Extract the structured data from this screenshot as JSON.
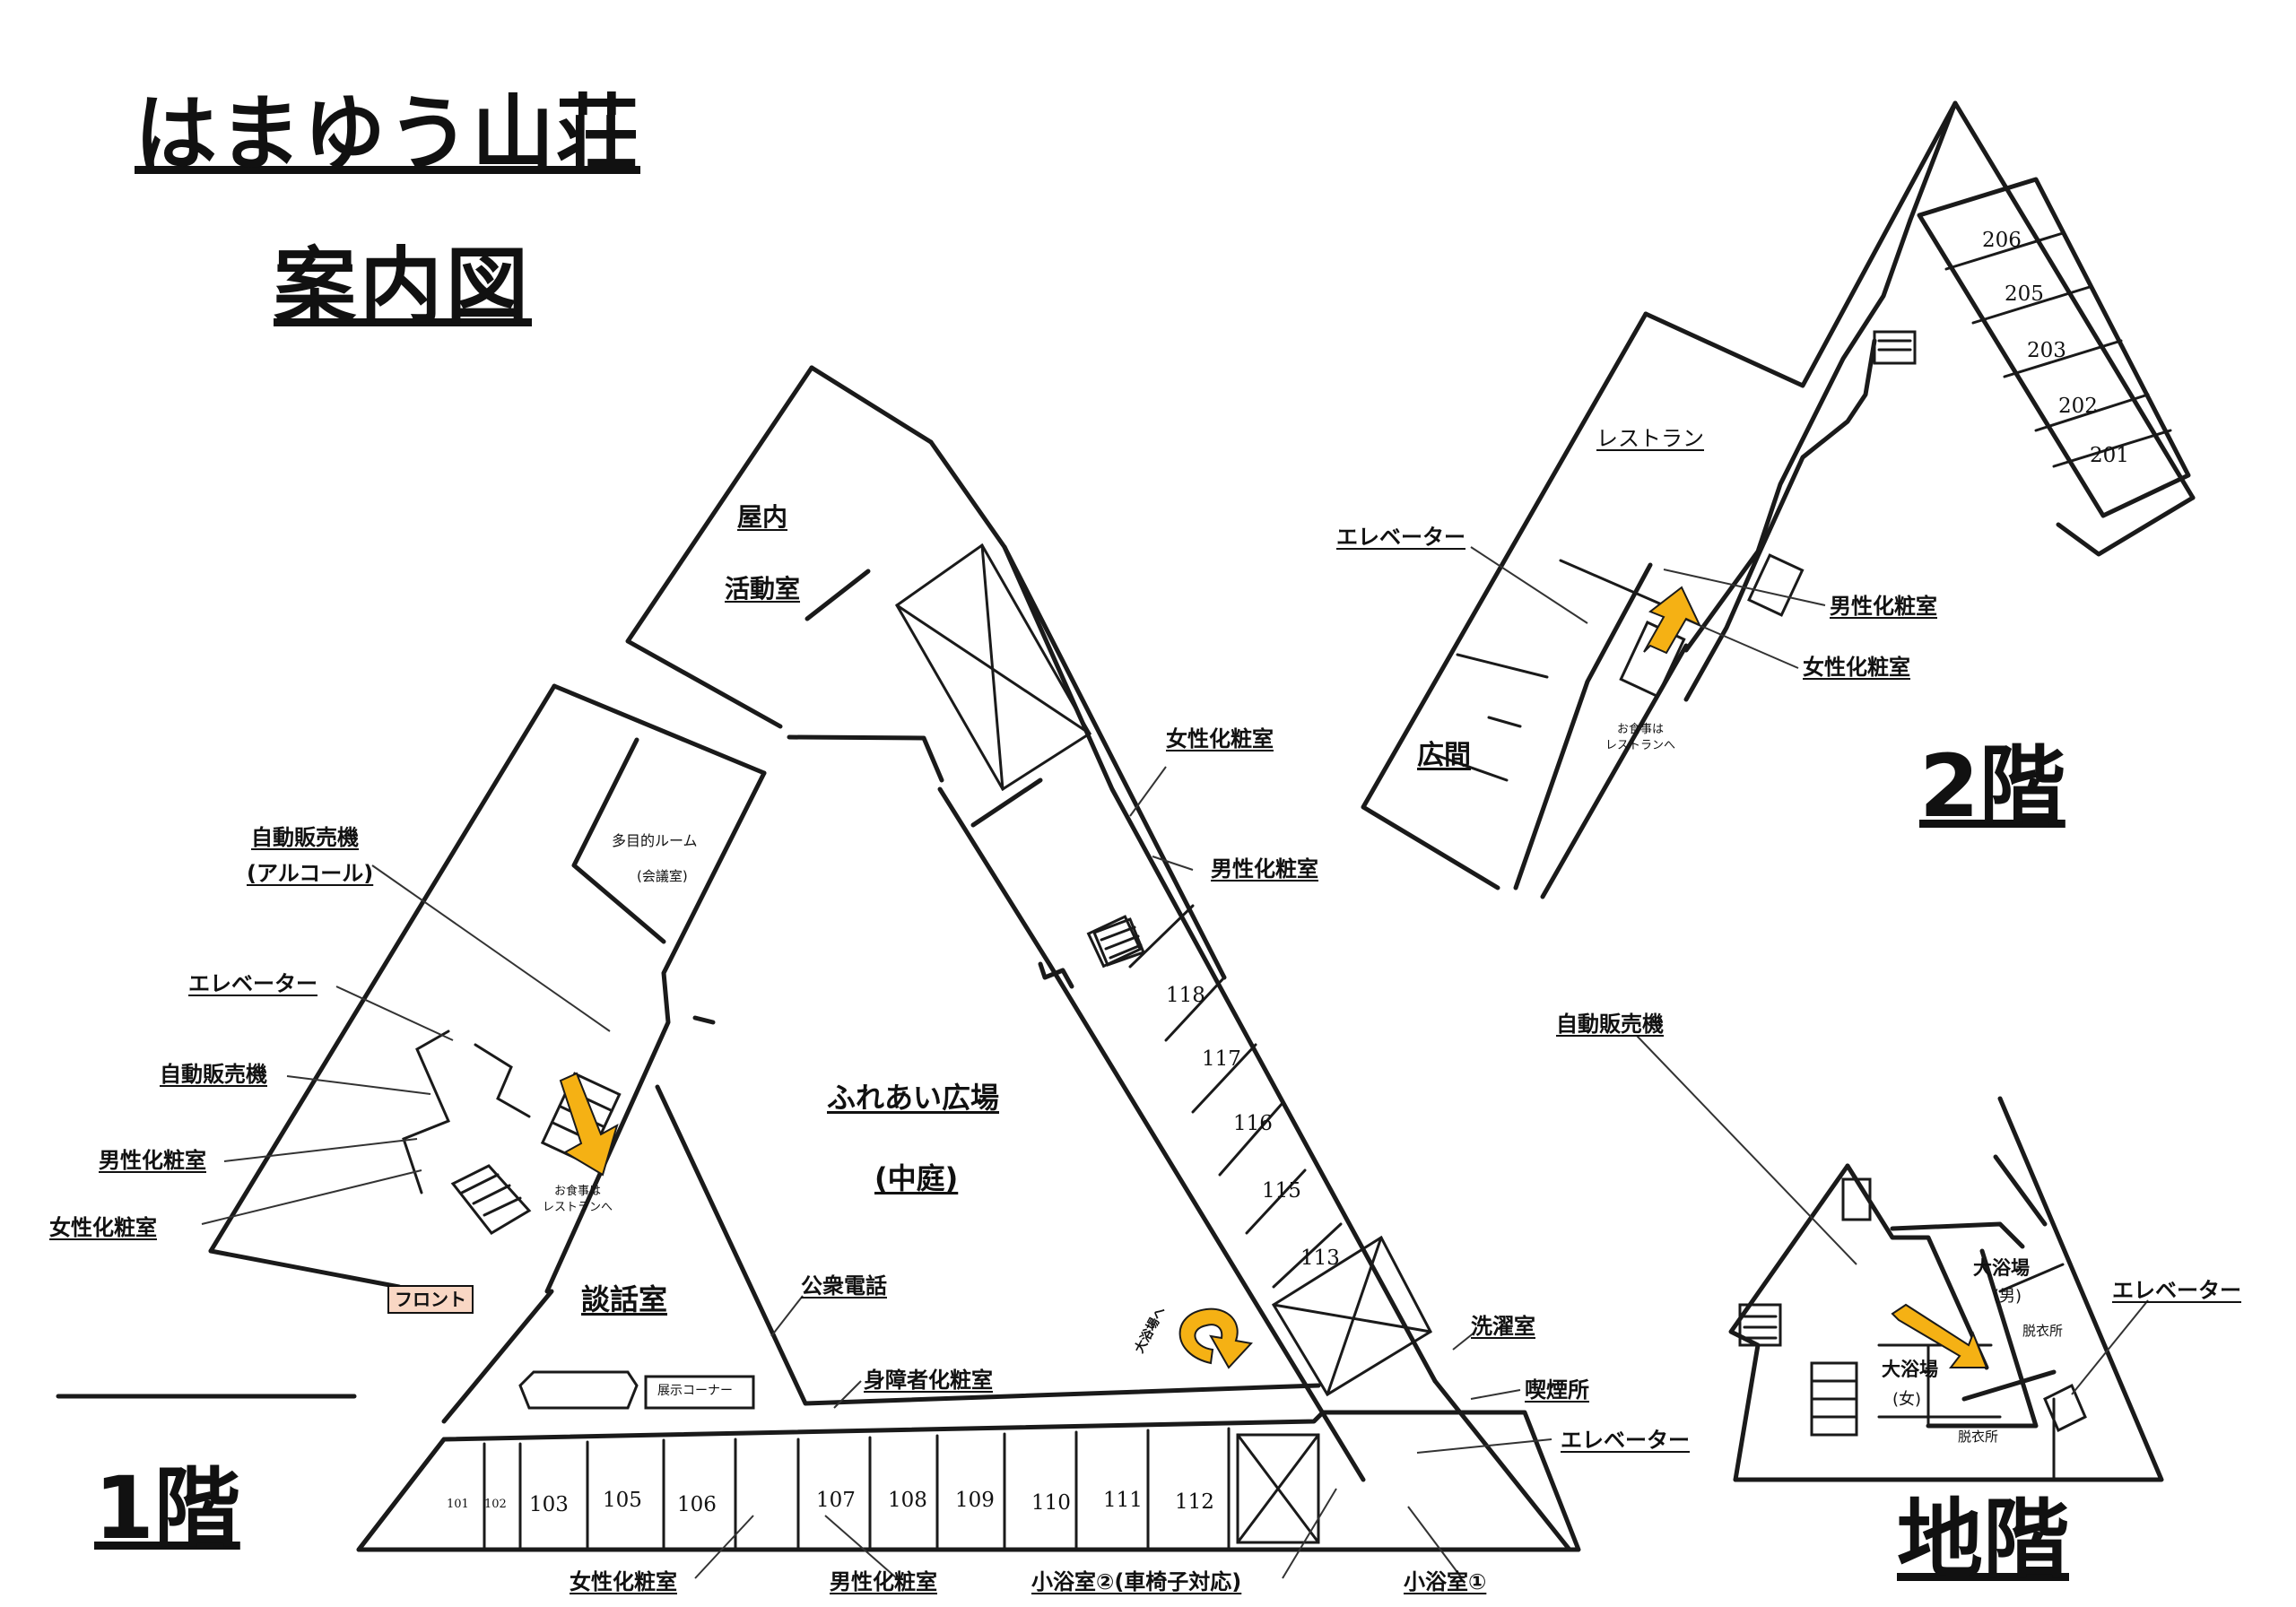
{
  "title": {
    "line1": "はまゆう山荘",
    "line2": "案内図"
  },
  "floors": {
    "f1": "1階",
    "f2": "2階",
    "b1": "地階"
  },
  "floor1": {
    "rooms": [
      "101",
      "102",
      "103",
      "105",
      "106",
      "107",
      "108",
      "109",
      "110",
      "111",
      "112",
      "113",
      "115",
      "116",
      "117",
      "118"
    ],
    "areas": {
      "indoor_line1": "屋内",
      "indoor_line2": "活動室",
      "multipurpose": "多目的ルーム",
      "meeting": "(会議室)",
      "plaza_line1": "ふれあい広場",
      "plaza_line2": "(中庭)",
      "lounge": "談話室",
      "front": "フロント",
      "exhibit": "展示コーナー"
    },
    "labels": {
      "vending_alcohol_1": "自動販売機",
      "vending_alcohol_2": "(アルコール)",
      "elevator": "エレベーター",
      "vending": "自動販売機",
      "mens_restroom": "男性化粧室",
      "womens_restroom": "女性化粧室",
      "womens_restroom_top": "女性化粧室",
      "mens_restroom_top": "男性化粧室",
      "public_phone": "公衆電話",
      "accessible_restroom": "身障者化粧室",
      "laundry": "洗濯室",
      "smoking": "喫煙所",
      "elevator_right": "エレベーター",
      "womens_restroom_bottom": "女性化粧室",
      "mens_restroom_bottom": "男性化粧室",
      "small_bath_2": "小浴室②(車椅子対応)",
      "small_bath_1": "小浴室①",
      "to_bath": "大浴場へ"
    },
    "meal_note_1": "お食事は",
    "meal_note_2": "レストランへ"
  },
  "floor2": {
    "rooms": [
      "206",
      "205",
      "203",
      "202",
      "201"
    ],
    "restaurant": "レストラン",
    "hall": "広間",
    "elevator": "エレベーター",
    "mens_restroom": "男性化粧室",
    "womens_restroom": "女性化粧室",
    "meal_note_1": "お食事は",
    "meal_note_2": "レストランへ"
  },
  "basement": {
    "vending": "自動販売機",
    "elevator": "エレベーター",
    "bath_men_1": "大浴場",
    "bath_men_2": "(男)",
    "bath_women_1": "大浴場",
    "bath_women_2": "(女)",
    "changing_men": "脱衣所",
    "changing_women": "脱衣所"
  },
  "colors": {
    "arrow": "#f5b114",
    "front_bg": "#f9d7c4",
    "ink": "#1a1a1a"
  },
  "icons": [
    "stairs-icon",
    "up-arrow-icon",
    "u-turn-arrow-icon",
    "diagonal-arrow-icon"
  ]
}
